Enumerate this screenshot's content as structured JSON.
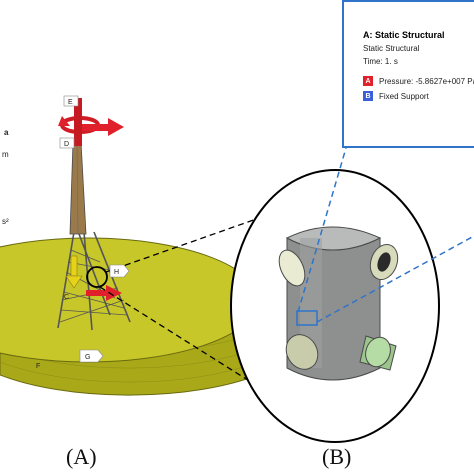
{
  "captions": {
    "a": "(A)",
    "b": "(B)"
  },
  "scene_labels": {
    "e": "E",
    "d": "D",
    "h": "H",
    "c": "C",
    "g": "G",
    "f": "F"
  },
  "left_fragments": [
    "a",
    "m",
    "s²"
  ],
  "panel": {
    "title": "A: Static Structural",
    "subtitle": "Static Structural",
    "time": "Time: 1. s",
    "legend": [
      {
        "key": "A",
        "text": "Pressure: -5.8627e+007 Pa",
        "color": "#e0202a"
      },
      {
        "key": "B",
        "text": "Fixed Support",
        "color": "#3a5fd9"
      }
    ]
  },
  "colors": {
    "accent": "#2f74c9",
    "base": "#bdbd20",
    "pressure": "#e0202a",
    "support": "#3a5fd9"
  }
}
